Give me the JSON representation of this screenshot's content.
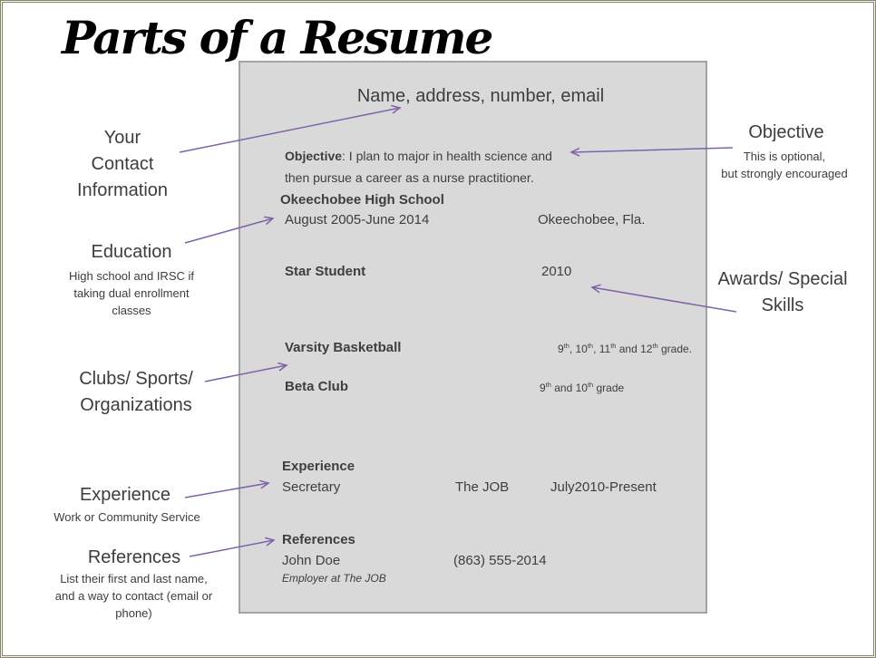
{
  "title": "Parts of a Resume",
  "colors": {
    "frame": "#85856f",
    "resume_box_fill": "#d9d9d9",
    "resume_box_border": "#a3a3a3",
    "text": "#3d3d3d",
    "arrow": "#7e63a8"
  },
  "arrow_color": "#7e63a8",
  "resume_box": {
    "name_block": "Name, address,\nnumber, email",
    "objective_label": "Objective",
    "objective_rest": ": I plan to major in health science and\nthen pursue a career  as a nurse practitioner.",
    "education": {
      "school": "Okeechobee High School",
      "dates": "August 2005-June 2014",
      "location": "Okeechobee, Fla."
    },
    "awards": {
      "award": "Star Student",
      "year": "2010"
    },
    "activities": [
      {
        "name": "Varsity Basketball",
        "detail": "9th, 10th, 11th and 12th grade."
      },
      {
        "name": "Beta Club",
        "detail": "9th and 10th grade"
      }
    ],
    "experience": {
      "heading": "Experience",
      "role": "Secretary",
      "employer": "The JOB",
      "dates": "July2010-Present"
    },
    "references": {
      "heading": "References",
      "name": "John Doe",
      "phone": "(863) 555-2014",
      "relation": "Employer at The JOB"
    }
  },
  "callouts": {
    "contact": {
      "title": "Your\nContact\nInformation"
    },
    "education": {
      "title": "Education",
      "caption": "High school and IRSC if\ntaking dual enrollment\nclasses"
    },
    "clubs": {
      "title": "Clubs/ Sports/\nOrganizations"
    },
    "experience": {
      "title": "Experience",
      "caption": "Work or Community Service"
    },
    "references": {
      "title": "References",
      "caption": "List their first and last name,\nand a way to contact (email or\nphone)"
    },
    "objective": {
      "title": "Objective",
      "caption": "This is optional,\nbut strongly encouraged"
    },
    "awards": {
      "title": "Awards/ Special\nSkills"
    }
  }
}
